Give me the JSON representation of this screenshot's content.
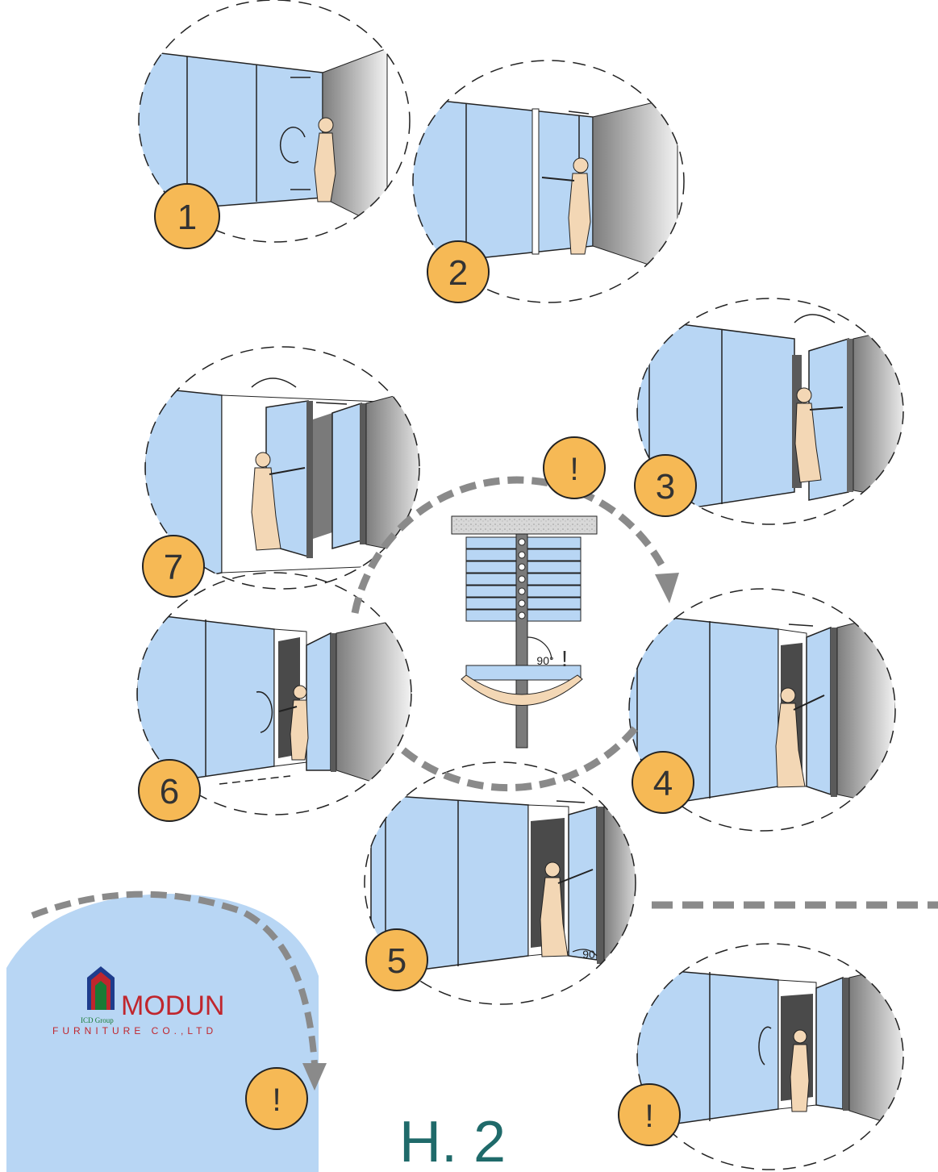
{
  "steps": [
    {
      "number": "1"
    },
    {
      "number": "2"
    },
    {
      "number": "3"
    },
    {
      "number": "4"
    },
    {
      "number": "5"
    },
    {
      "number": "6"
    },
    {
      "number": "7"
    }
  ],
  "warnings": {
    "center": "!",
    "bottom_right": "!",
    "bottom_left": "!",
    "center_angle_mark": "!"
  },
  "angles": {
    "center": "90°",
    "step5": "90"
  },
  "logo": {
    "name": "MODUN",
    "subtitle": "FURNITURE CO.,LTD",
    "group": "ICD Group"
  },
  "figure_label": "H. 2",
  "colors": {
    "panel": "#b8d6f4",
    "badge": "#f6b955",
    "dashed_arrow": "#8a8a8a",
    "figure_label": "#1f6a6a",
    "logo_red": "#c0262d",
    "logo_blue": "#1e3c8c",
    "logo_green": "#1a7a35"
  }
}
